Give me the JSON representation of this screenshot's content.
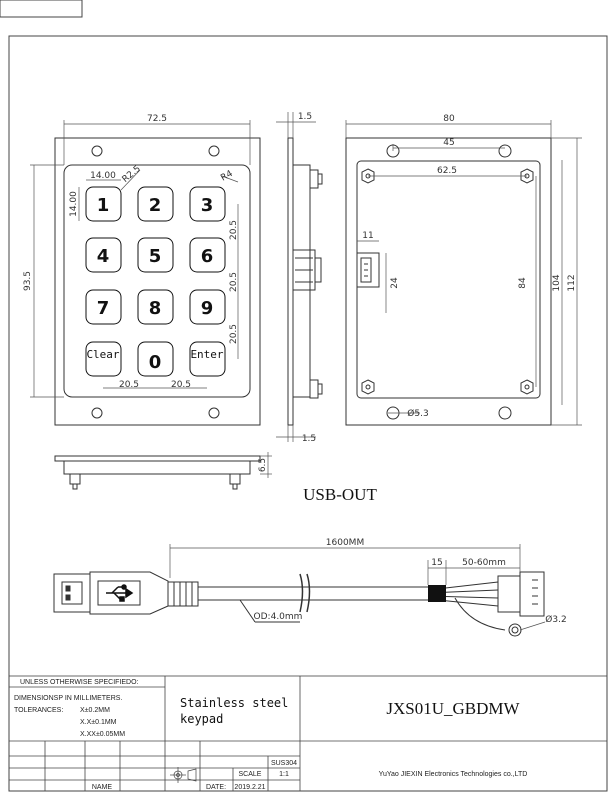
{
  "dimensions": {
    "width_72_5": "72.5",
    "edge_1_5": "1.5",
    "height_93_5": "93.5",
    "key_w_14": "14.00",
    "key_h_14": "14.00",
    "radius_2_5": "R2.5",
    "corner_r4": "R4",
    "pitch_v1": "20.5",
    "pitch_v2": "20.5",
    "pitch_v3": "20.5",
    "pitch_h1": "20.5",
    "pitch_h2": "20.5",
    "back_width_80": "80",
    "back_holes_45": "45",
    "back_mount_62_5": "62.5",
    "conn_11": "11",
    "conn_24": "24",
    "back_84": "84",
    "back_104": "104",
    "back_112": "112",
    "hole_d53": "Ø5.3",
    "edge_bottom_1_5": "1.5",
    "side_6_5": "6.5"
  },
  "keys": [
    "1",
    "2",
    "3",
    "4",
    "5",
    "6",
    "7",
    "8",
    "9",
    "Clear",
    "0",
    "Enter"
  ],
  "usb_title": "USB-OUT",
  "cable": {
    "length": "1600MM",
    "dim_15": "15",
    "dim_50_60": "50-60mm",
    "od": "OD:4.0mm",
    "ring": "Ø3.2"
  },
  "title_block": {
    "unless": "UNLESS OTHERWISE SPECIFIEDO:",
    "dims_in": "DIMENSIONSP IN MILLIMETERS.",
    "tolerances": "TOLERANCES:",
    "tol1": "X±0.2MM",
    "tol2": "X.X±0.1MM",
    "tol3": "X.XX±0.05MM",
    "desc_line1": "Stainless steel",
    "desc_line2": "keypad",
    "part_no": "JXS01U_GBDMW",
    "material": "SUS304",
    "scale_label": "SCALE",
    "scale_value": "1:1",
    "name_label": "NAME",
    "date_label": "DATE:",
    "date_value": "2019.2.21",
    "company": "YuYao JIEXIN Electronics Technologies co.,LTD"
  }
}
